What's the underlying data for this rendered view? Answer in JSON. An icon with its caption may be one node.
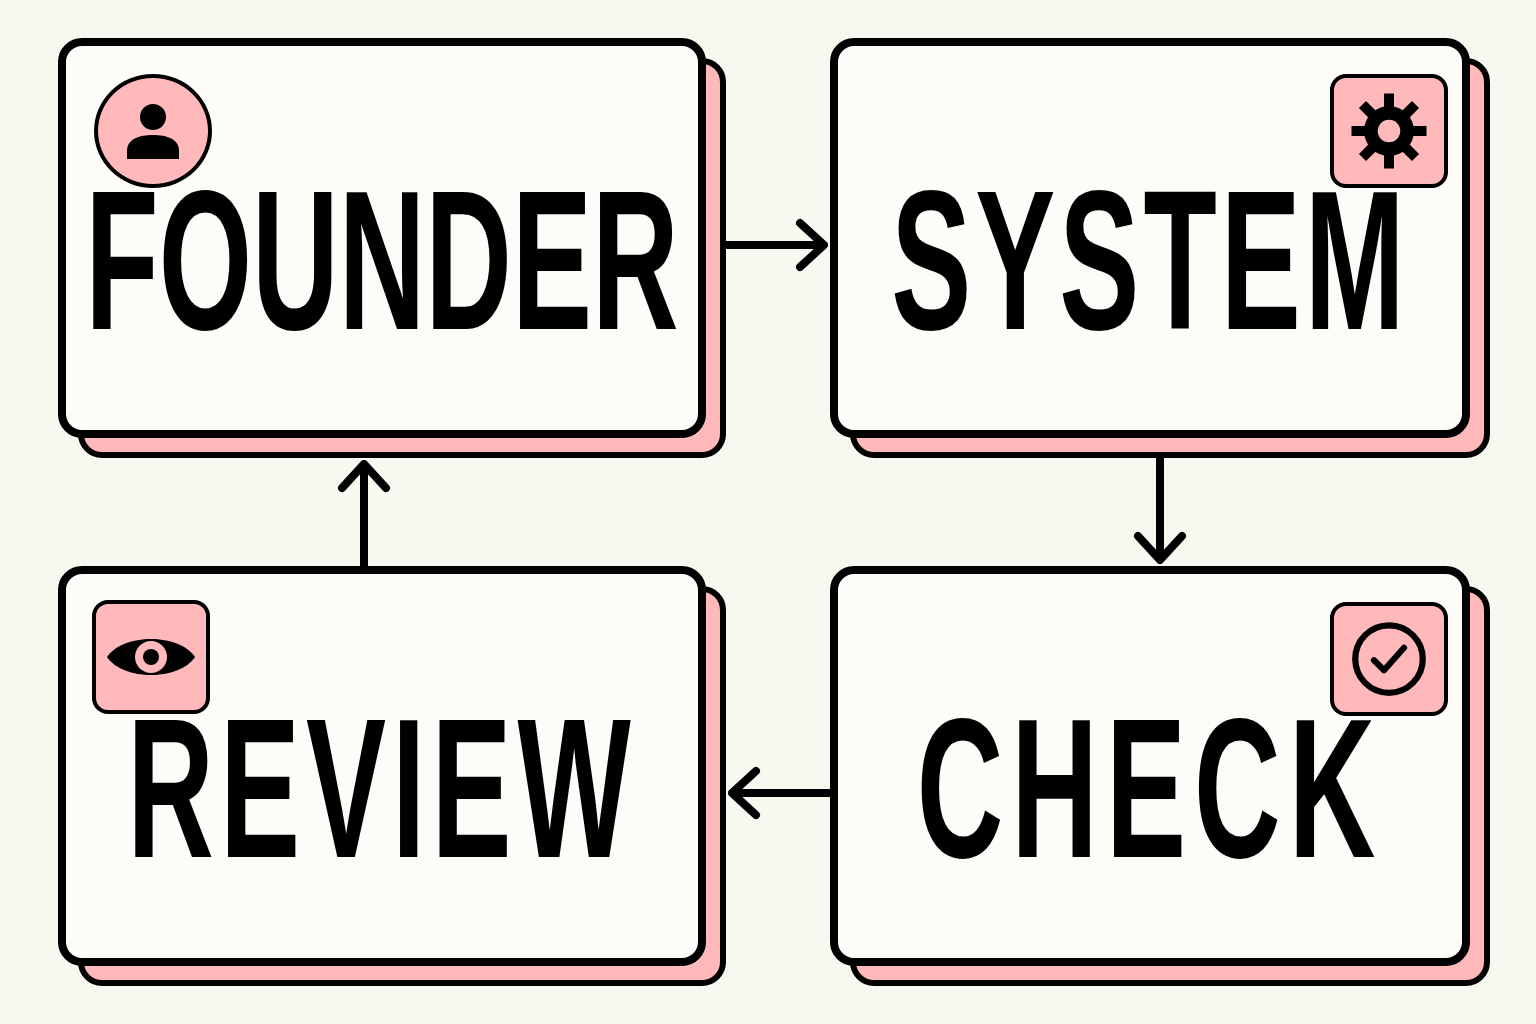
{
  "diagram": {
    "nodes": [
      {
        "text": [
          "FOUNDER"
        ]
      },
      {
        "text": [
          "SYSTEM"
        ]
      },
      {
        "text": [
          "CHECK"
        ]
      },
      {
        "text": [
          "REVIEW"
        ]
      }
    ],
    "edges": [
      {
        "from": 0,
        "to": 1,
        "arrow": "to"
      },
      {
        "from": 1,
        "to": 2,
        "arrow": "to"
      },
      {
        "from": 2,
        "to": 3,
        "arrow": "to"
      },
      {
        "from": 3,
        "to": 0,
        "arrow": "to"
      }
    ]
  }
}
